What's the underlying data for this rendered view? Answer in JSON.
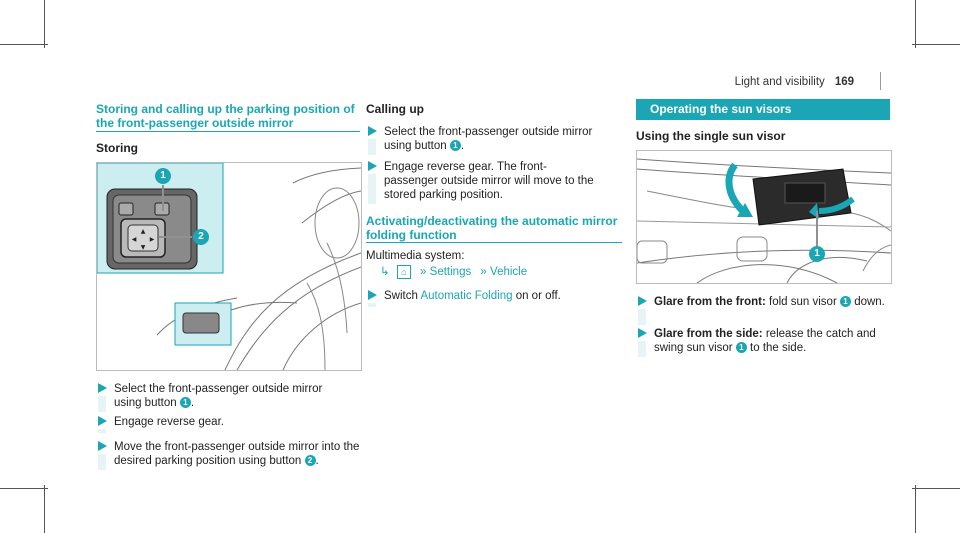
{
  "header": {
    "section": "Light and visibility",
    "page": "169"
  },
  "left": {
    "heading": "Storing and calling up the parking position of the front-passenger outside mirror",
    "subheading": "Storing",
    "steps": [
      {
        "text": "Select the front-passenger outside mirror using button",
        "ref": "1",
        "suffix": "."
      },
      {
        "text": "Engage reverse gear."
      },
      {
        "text": "Move the front-passenger outside mirror into the desired parking position using button",
        "ref": "2",
        "suffix": "."
      }
    ]
  },
  "middle": {
    "calling_heading": "Calling up",
    "calling_steps": [
      {
        "text": "Select the front-passenger outside mirror using button",
        "ref": "1",
        "suffix": "."
      },
      {
        "text": "Engage reverse gear. The front-passenger outside mirror will move to the stored parking position."
      }
    ],
    "folding_heading": "Activating/deactivating the automatic mirror folding function",
    "multimedia_label": "Multimedia system:",
    "nav": {
      "settings": "Settings",
      "vehicle": "Vehicle"
    },
    "switch_text": "Switch",
    "switch_link": "Automatic Folding",
    "switch_suffix": "on or off."
  },
  "right": {
    "banner": "Operating the sun visors",
    "subheading": "Using the single sun visor",
    "steps": [
      {
        "bold": "Glare from the front:",
        "text": "fold sun visor",
        "ref": "1",
        "suffix": "down."
      },
      {
        "bold": "Glare from the side:",
        "text": "release the catch and swing sun visor",
        "ref": "1",
        "suffix": "to the side."
      }
    ]
  },
  "figure_markers": {
    "one": "1",
    "two": "2"
  },
  "colors": {
    "accent": "#1aa6b4",
    "highlight_bg": "#cdeef0"
  }
}
